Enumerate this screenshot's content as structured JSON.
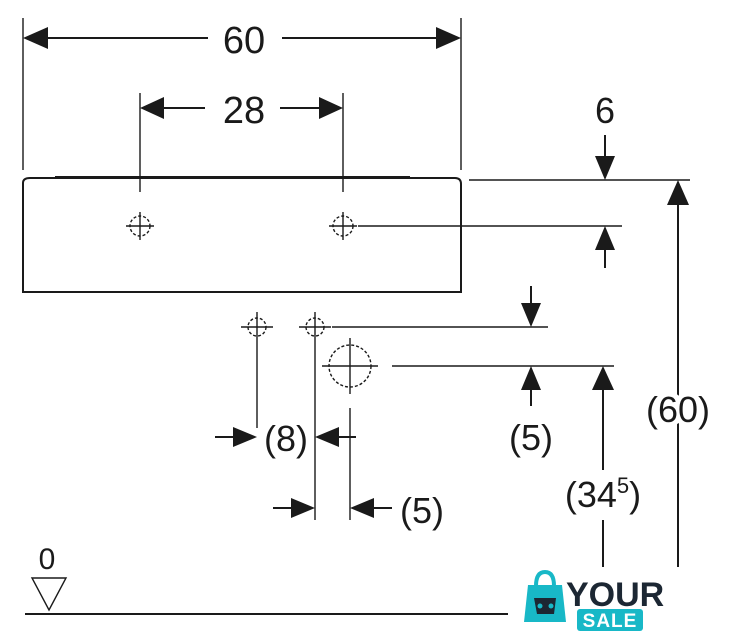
{
  "dimensions": {
    "overall_width": "60",
    "hole_spacing": "28",
    "top_offset": "6",
    "total_height": "(60)",
    "horizontal_offset_1": "(8)",
    "vertical_offset": "(5)",
    "horizontal_offset_2": "(5)",
    "drain_height_main": "(34",
    "drain_height_sup": "5",
    "drain_height_close": ")",
    "floor_level": "0"
  },
  "logo": {
    "word_top": "YOUR",
    "word_bottom": "SALE",
    "colors": {
      "cyan": "#18b8c7",
      "dark": "#1c2733",
      "white": "#ffffff"
    }
  }
}
